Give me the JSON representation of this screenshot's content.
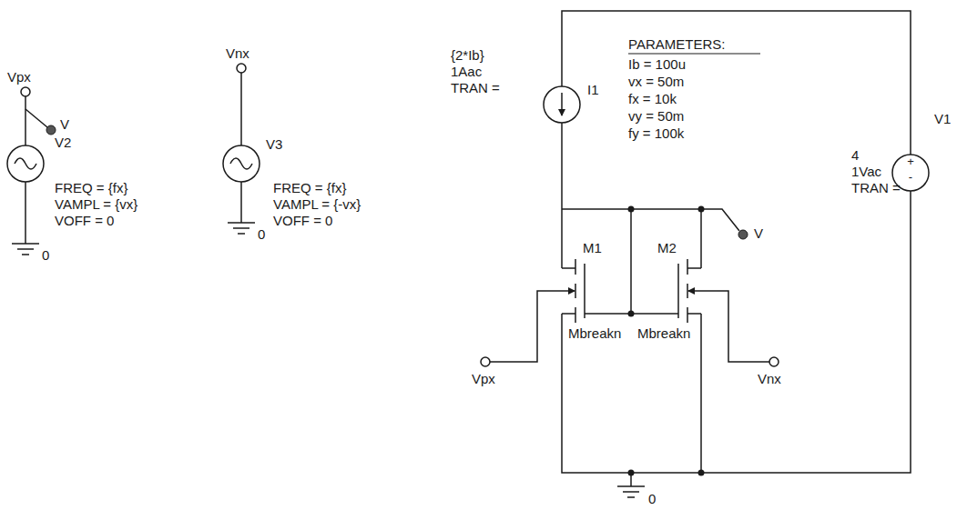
{
  "diagram": {
    "labels": [
      "PARAMETERS:",
      "Ib = 100u",
      "vx = 50m",
      "fx = 10k",
      "vy = 50m",
      "fy = 100k",
      "I1",
      "{2*Ib}",
      "1Aac",
      "TRAN =",
      "V1",
      "4",
      "1Vac",
      "TRAN =",
      "+",
      "-",
      "Vpx",
      "V",
      "V2",
      "FREQ = {fx}",
      "VAMPL = {vx}",
      "VOFF = 0",
      "0",
      "Vnx",
      "V3",
      "FREQ = {fx}",
      "VAMPL = {-vx}",
      "VOFF = 0",
      "0",
      "M1",
      "M2",
      "V",
      "Mbreakn",
      "Mbreakn",
      "Vpx",
      "Vnx",
      "0"
    ]
  }
}
